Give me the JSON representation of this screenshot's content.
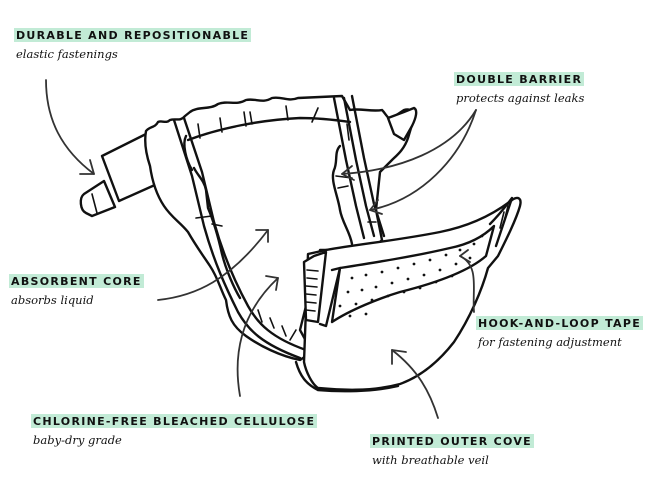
{
  "diagram": {
    "highlight_color": "#c2ebd6",
    "ink_color": "#111111",
    "labels": [
      {
        "id": "durable",
        "title": "DURABLE AND REPOSITIONABLE",
        "subtitle": "elastic fastenings"
      },
      {
        "id": "double",
        "title": "DOUBLE BARRIER",
        "subtitle": "protects against leaks"
      },
      {
        "id": "core",
        "title": "ABSORBENT CORE",
        "subtitle": "absorbs liquid"
      },
      {
        "id": "hook",
        "title": "HOOK-AND-LOOP TAPE",
        "subtitle": "for fastening adjustment"
      },
      {
        "id": "chlorine",
        "title": "CHLORINE-FREE BLEACHED CELLULOSE",
        "subtitle": "baby-dry grade"
      },
      {
        "id": "printed",
        "title": "PRINTED OUTER COVE",
        "subtitle": "with breathable veil"
      }
    ],
    "illustration": "diaper-line-drawing"
  }
}
